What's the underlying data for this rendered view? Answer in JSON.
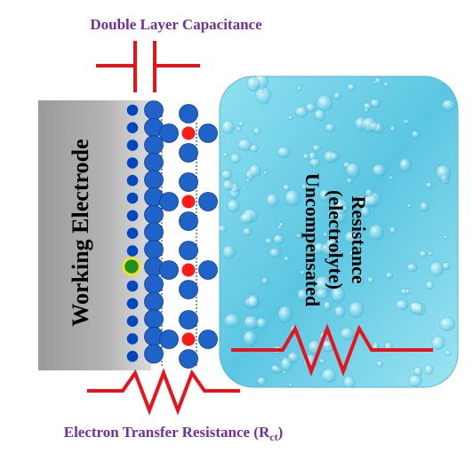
{
  "labels": {
    "capacitance": "Double Layer Capacitance",
    "electrode": "Working Electrode",
    "electrolyte_line1": "Uncompensated",
    "electrolyte_line2": "(electrolyte)",
    "electrolyte_line3": "Resistance",
    "rct_main": "Electron Transfer Resistance (R",
    "rct_sub": "ct",
    "rct_close": ")"
  },
  "colors": {
    "title_text": "#7030a0",
    "circuit_red": "#e8141c",
    "electron_blue": "#0047c2",
    "solvent_blue": "#1f63c9",
    "ion_red": "#ff1a1a",
    "adsorbed_green": "#1f8f1f",
    "adsorbed_ring": "#ffe800",
    "electrode_gray": "#a8a8a8",
    "electrolyte_cyan": "#6fd0e8"
  },
  "icons": {
    "capacitor": "capacitor-symbol",
    "resistor": "zigzag-resistor-symbol",
    "texture": "water-droplets"
  }
}
